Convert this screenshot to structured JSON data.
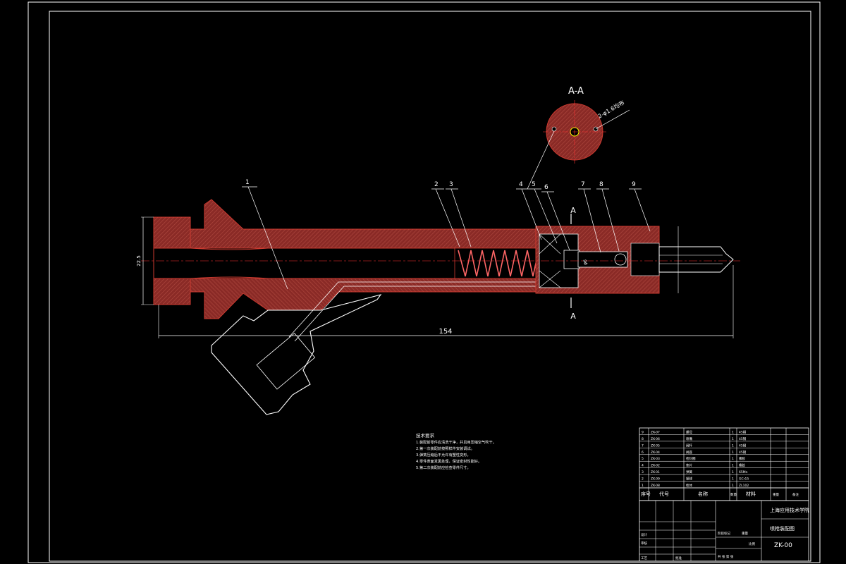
{
  "section_label": "A-A",
  "cut_labels": [
    "A",
    "A"
  ],
  "hole_callout": "2-φ1.6均布",
  "balloons": [
    "1",
    "2",
    "3",
    "4",
    "5",
    "6",
    "7",
    "8",
    "9"
  ],
  "dimensions": {
    "overall_length": "154",
    "diameter_left": "22.5",
    "diameter_nozzle": "φ6"
  },
  "notes": {
    "title": "技术要求",
    "lines": [
      "1.装配前零件应清洗干净，并且用压缩空气吹干。",
      "2.第一次装配前按照样件安装调试。",
      "3.弹簧压缩后不允许有塑性变形。",
      "4.零件表面发黑处理，保证密封性能好。",
      "5.第二次装配前应检查零件尺寸。"
    ]
  },
  "parts_table": {
    "rows": [
      {
        "no": "9",
        "code": "ZK-07",
        "name": "螺母",
        "qty": "1",
        "material": "45钢"
      },
      {
        "no": "8",
        "code": "ZK-06",
        "name": "喷嘴",
        "qty": "1",
        "material": "45钢"
      },
      {
        "no": "7",
        "code": "ZK-05",
        "name": "阀杆",
        "qty": "1",
        "material": "45钢"
      },
      {
        "no": "6",
        "code": "ZK-04",
        "name": "阀座",
        "qty": "1",
        "material": "45钢"
      },
      {
        "no": "5",
        "code": "ZK-03",
        "name": "密封圈",
        "qty": "1",
        "material": "橡胶"
      },
      {
        "no": "4",
        "code": "ZK-02",
        "name": "垫片",
        "qty": "1",
        "material": "橡胶"
      },
      {
        "no": "3",
        "code": "ZK-01",
        "name": "弹簧",
        "qty": "1",
        "material": "65Mn"
      },
      {
        "no": "2",
        "code": "ZK-09",
        "name": "钢球",
        "qty": "1",
        "material": "GCr15"
      },
      {
        "no": "1",
        "code": "ZK-08",
        "name": "枪体",
        "qty": "1",
        "material": "ZL102"
      }
    ],
    "header": {
      "no": "序号",
      "code": "代号",
      "name": "名称",
      "qty": "数量",
      "material": "材料",
      "weight": "重量",
      "remark": "备注"
    }
  },
  "title_block": {
    "school": "上海应用技术学院",
    "drawing_name": "喷枪装配图",
    "drawing_code": "ZK-00",
    "labels": {
      "designer": "设计",
      "checker": "审核",
      "process": "工艺",
      "approve": "批准",
      "scale": "比例",
      "sheet": "共 张 第 张",
      "stage": "阶段标记",
      "weight": "重量"
    }
  }
}
